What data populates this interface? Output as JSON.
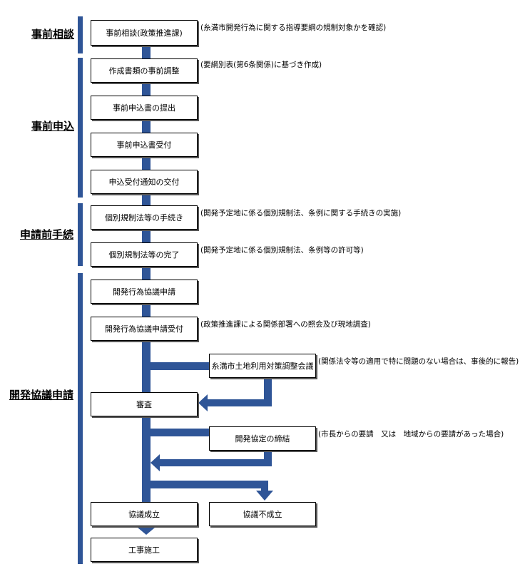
{
  "colors": {
    "accent": "#2f5597"
  },
  "phases": [
    "事前相談",
    "事前申込",
    "申請前手続",
    "開発協議申請"
  ],
  "boxes": [
    "事前相談(政策推進課)",
    "作成書類の事前調整",
    "事前申込書の提出",
    "事前申込書受付",
    "申込受付通知の交付",
    "個別規制法等の手続き",
    "個別規制法等の完了",
    "開発行為協議申請",
    "開発行為協議申請受付",
    "糸満市土地利用対策調整会議",
    "審査",
    "開発協定の締結",
    "協議成立",
    "協議不成立",
    "工事施工"
  ],
  "notes": [
    "(糸満市開発行為に関する指導要綱の規制対象かを確認)",
    "(要綱別表(第6条関係)に基づき作成)",
    "(開発予定地に係る個別規制法、条例に関する手続きの実施)",
    "(開発予定地に係る個別規制法、条例等の許可等)",
    "(政策推進課による関係部署への照会及び現地調査)",
    "(関係法令等の適用で特に問題のない場合は、事後的に報告)",
    "(市長からの要請　又は　地域からの要請があった場合)"
  ]
}
